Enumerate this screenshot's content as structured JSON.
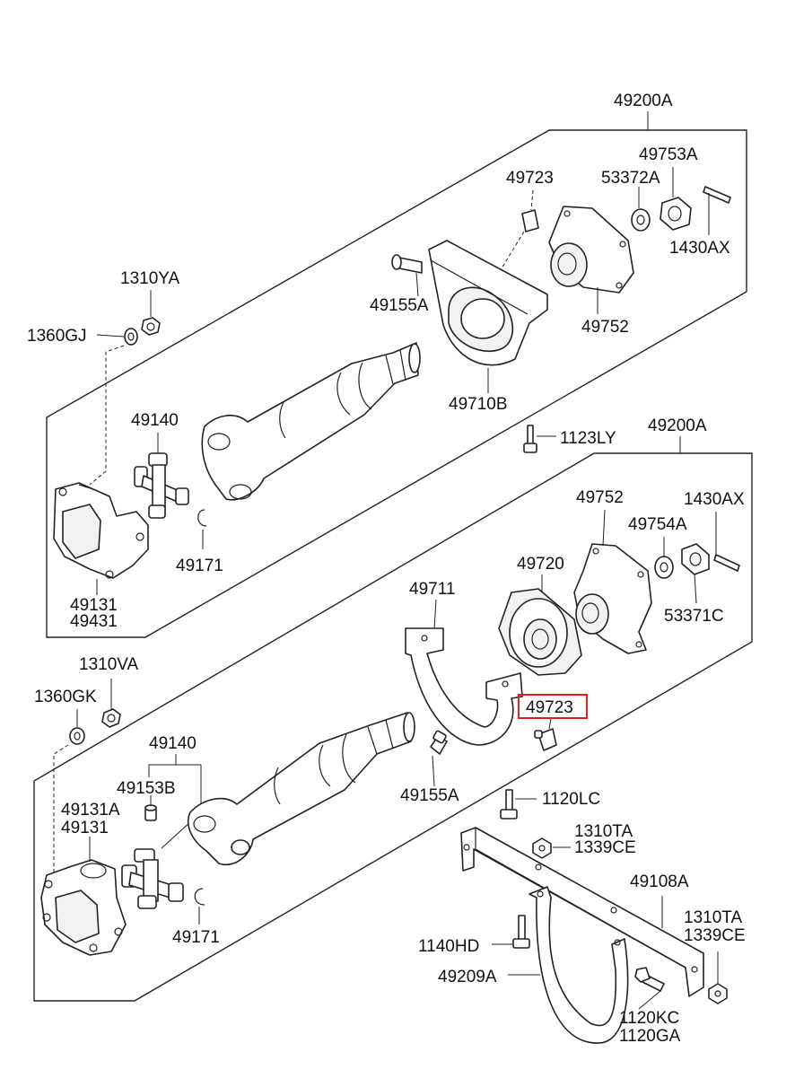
{
  "highlight_color": "#e02020",
  "upper_assembly": {
    "labels": {
      "assembly": "49200A",
      "nut": "49753A",
      "washer": "53372A",
      "grease_fitting": "49723",
      "cotter_pin": "1430AX",
      "bolt": "49155A",
      "flange_yoke": "49752",
      "bracket": "49710B",
      "spider_kit": "49140",
      "snap_ring": "49171",
      "flange": "49131",
      "flange_alt": "49431"
    }
  },
  "left_fasteners_upper": {
    "nut": "1310YA",
    "washer": "1360GJ"
  },
  "bolt_1123": "1123LY",
  "lower_assembly": {
    "labels": {
      "assembly": "49200A",
      "flange_yoke": "49752",
      "cotter_pin": "1430AX",
      "washer": "49754A",
      "center_bearing": "49720",
      "bracket": "49711",
      "nut": "53371C",
      "grease_fitting_highlighted": "49723",
      "bolt": "49155A",
      "spider_kit": "49140",
      "grease_cap": "49153B",
      "flange_a": "49131A",
      "flange": "49131",
      "snap_ring": "49171"
    }
  },
  "left_fasteners_lower": {
    "nut": "1310VA",
    "washer": "1360GK"
  },
  "crossmember": {
    "bolt_lc": "1120LC",
    "nut_ta_1": "1310TA",
    "nut_ce_1": "1339CE",
    "crossmember": "49108A",
    "nut_ta_2": "1310TA",
    "nut_ce_2": "1339CE",
    "bolt_hd": "1140HD",
    "hanger": "49209A",
    "bolt_kc": "1120KC",
    "bolt_ga": "1120GA"
  }
}
